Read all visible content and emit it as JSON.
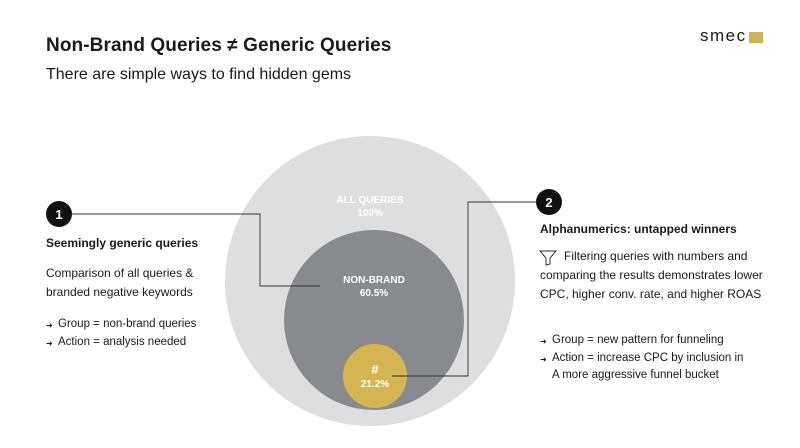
{
  "header": {
    "title": "Non-Brand Queries ≠ Generic Queries",
    "subtitle": "There are simple ways to find hidden gems",
    "logo_text": "smec"
  },
  "colors": {
    "outer_circle": "#dedede",
    "middle_circle": "#878b8e",
    "inner_circle": "#d4b552",
    "badge": "#111111",
    "logo_mark": "#cfb355"
  },
  "diagram": {
    "all_queries": {
      "label": "ALL QUERIES",
      "value": "100%"
    },
    "non_brand": {
      "label": "NON-BRAND",
      "value": "60.5%"
    },
    "alphanumeric": {
      "label": "#",
      "value": "21.2%"
    }
  },
  "left_panel": {
    "number": "1",
    "heading": "Seemingly generic queries",
    "description": "Comparison of all queries & branded negative keywords",
    "bullets": [
      "Group = non-brand queries",
      "Action = analysis needed"
    ]
  },
  "right_panel": {
    "number": "2",
    "heading": "Alphanumerics: untapped winners",
    "icon": "funnel-icon",
    "description": "Filtering queries with numbers and comparing the results demonstrates lower CPC, higher conv. rate, and higher ROAS",
    "bullets": [
      "Group = new pattern for funneling",
      "Action = increase CPC by inclusion in A more aggressive funnel bucket"
    ]
  }
}
